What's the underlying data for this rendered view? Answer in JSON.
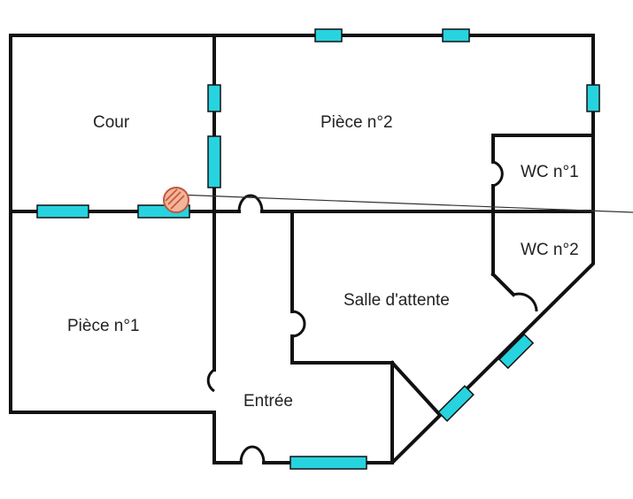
{
  "rooms": {
    "cour": "Cour",
    "piece2": "Pièce n°2",
    "wc1": "WC n°1",
    "wc2": "WC n°2",
    "salle": "Salle d'attente",
    "piece1": "Pièce n°1",
    "entree": "Entrée"
  },
  "colors": {
    "wall": "#111111",
    "window": "#27d3df",
    "marker_fill": "#f4b49c",
    "marker_stroke": "#c0573a"
  }
}
